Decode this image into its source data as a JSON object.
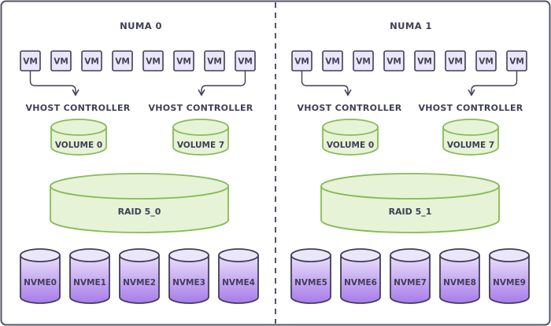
{
  "colors": {
    "frame": "#55546a",
    "vm_fill": "#ece6fb",
    "vm_stroke": "#3f3f56",
    "volume_fill": "#e6f3d6",
    "volume_stroke": "#86bb56",
    "nvme_top": "#e9e0fa",
    "nvme_bottom": "#a87bea",
    "nvme_stroke": "#3f3f56"
  },
  "nodes": [
    {
      "title": "NUMA 0",
      "vms": [
        "VM",
        "VM",
        "VM",
        "VM",
        "VM",
        "VM",
        "VM",
        "VM"
      ],
      "controllers": [
        {
          "label": "VHOST CONTROLLER",
          "volume": "VOLUME 0"
        },
        {
          "label": "VHOST CONTROLLER",
          "volume": "VOLUME 7"
        }
      ],
      "raid": "RAID 5_0",
      "nvmes": [
        "NVME0",
        "NVME1",
        "NVME2",
        "NVME3",
        "NVME4"
      ]
    },
    {
      "title": "NUMA 1",
      "vms": [
        "VM",
        "VM",
        "VM",
        "VM",
        "VM",
        "VM",
        "VM",
        "VM"
      ],
      "controllers": [
        {
          "label": "VHOST CONTROLLER",
          "volume": "VOLUME 0"
        },
        {
          "label": "VHOST CONTROLLER",
          "volume": "VOLUME 7"
        }
      ],
      "raid": "RAID 5_1",
      "nvmes": [
        "NVME5",
        "NVME6",
        "NVME7",
        "NVME8",
        "NVME9"
      ]
    }
  ]
}
